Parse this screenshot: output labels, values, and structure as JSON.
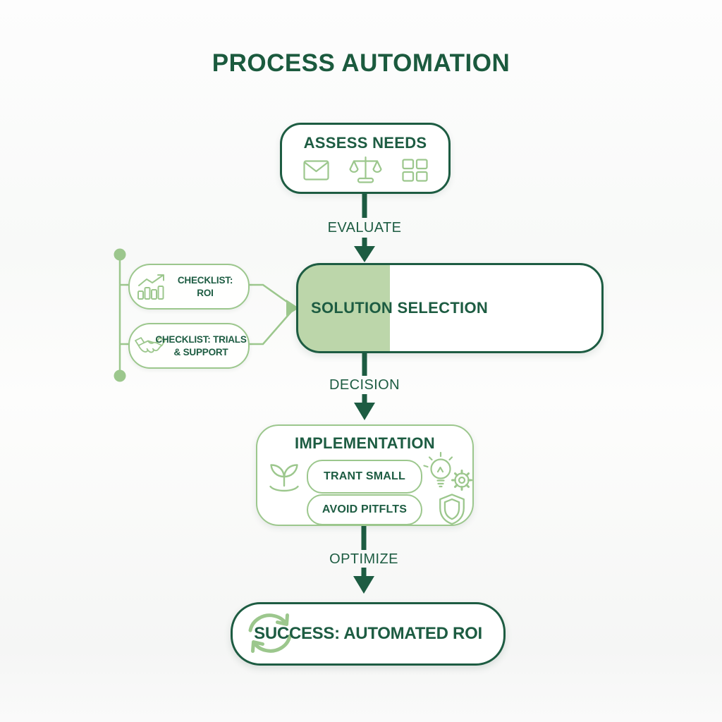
{
  "colors": {
    "dark_green": "#1d5c42",
    "light_green": "#9cc78d",
    "fill_green": "#bcd6aa",
    "background": "#fafbfa"
  },
  "header": {
    "title": "PROCESS AUTOMATION"
  },
  "assess": {
    "title": "ASSESS NEEDS",
    "icons": [
      "envelope-icon",
      "scales-icon",
      "grid-icon"
    ]
  },
  "arrows": {
    "evaluate": "EVALUATE",
    "decision": "DECISION",
    "optimize": "OPTIMIZE"
  },
  "solution": {
    "title": "SOLUTION SELECTION"
  },
  "checklists": [
    {
      "icon": "bar-chart-icon",
      "line1": "CHECKLIST:",
      "line2": "ROI"
    },
    {
      "icon": "handshake-icon",
      "line1": "CHECKLIST: TRIALS",
      "line2": "& SUPPORT"
    }
  ],
  "implementation": {
    "title": "IMPLEMENTATION",
    "pills": [
      "TRANT SMALL",
      "AVOID PITFLTS"
    ],
    "icons": [
      "sprout-icon",
      "lightbulb-gear-icon",
      "shield-icon"
    ]
  },
  "success": {
    "title": "SUCCESS: AUTOMATED ROI",
    "icon": "cycle-arrows-icon"
  }
}
